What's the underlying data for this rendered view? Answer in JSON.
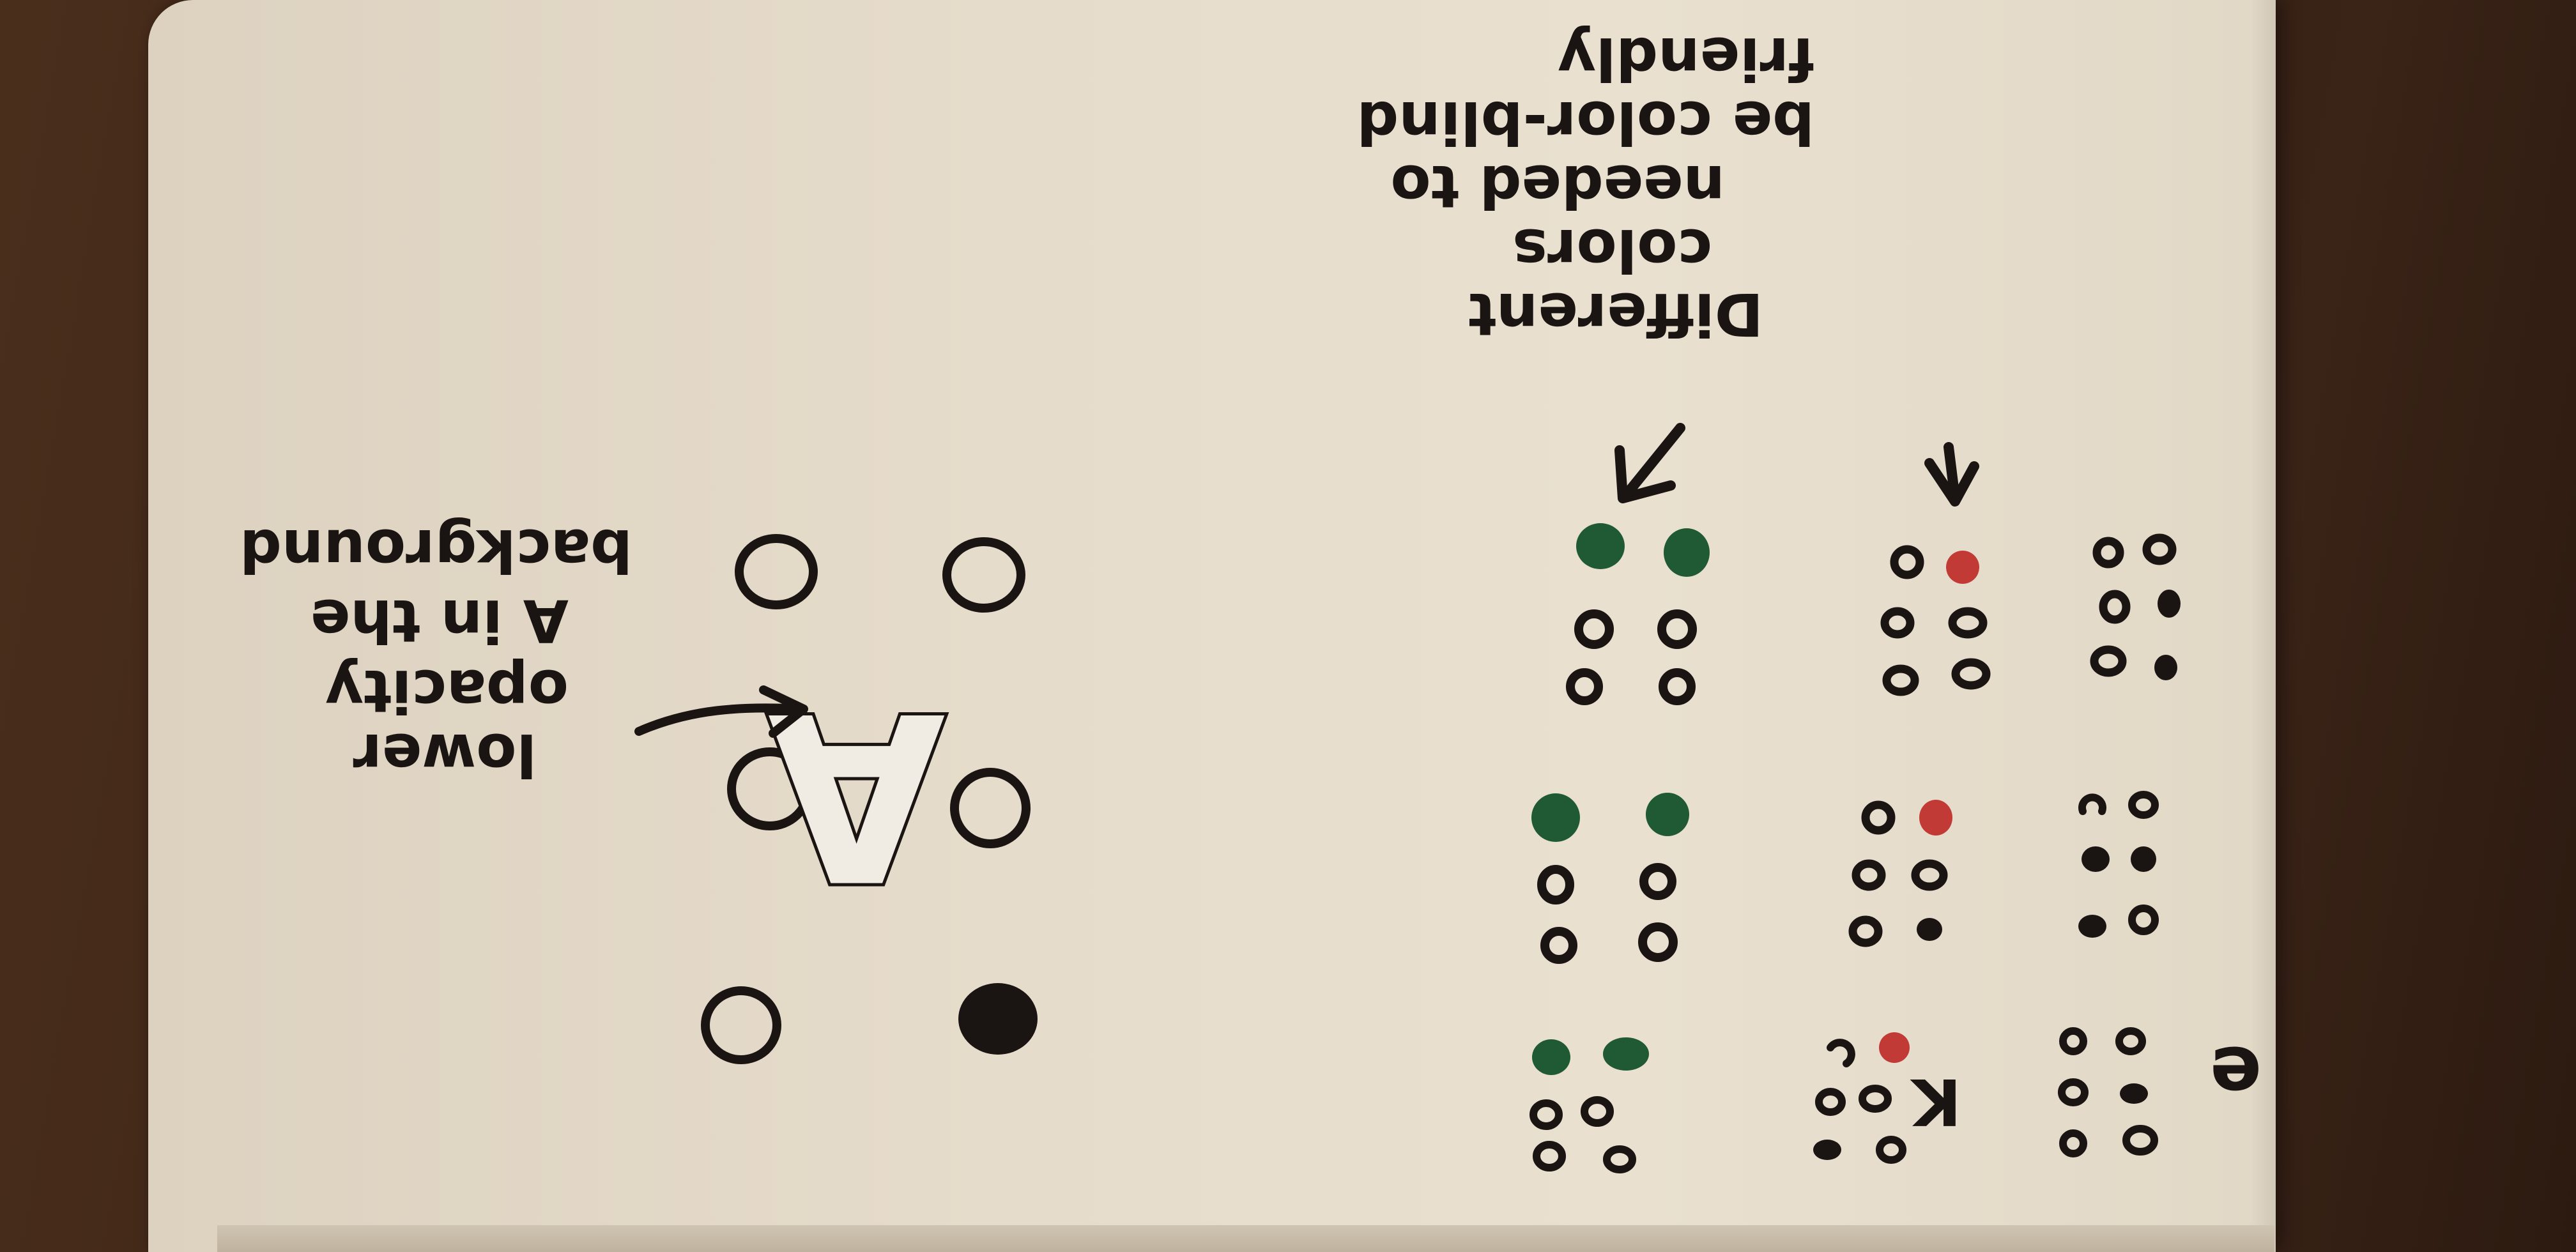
{
  "notes": {
    "top_right": {
      "line1": "Different",
      "line2": "colors",
      "line3": "needed to",
      "line4": "be color-blind",
      "line5": "friendly"
    },
    "left": {
      "line1": "lower",
      "line2": "opacity",
      "line3": "A in the",
      "line4": "background"
    },
    "big_letter": "A",
    "grid_letter_k": "K",
    "grid_letter_e": "e"
  },
  "colors": {
    "ink": "#1a1412",
    "green": "#1f5a35",
    "red": "#c23a36",
    "page": "#e6dccb"
  }
}
